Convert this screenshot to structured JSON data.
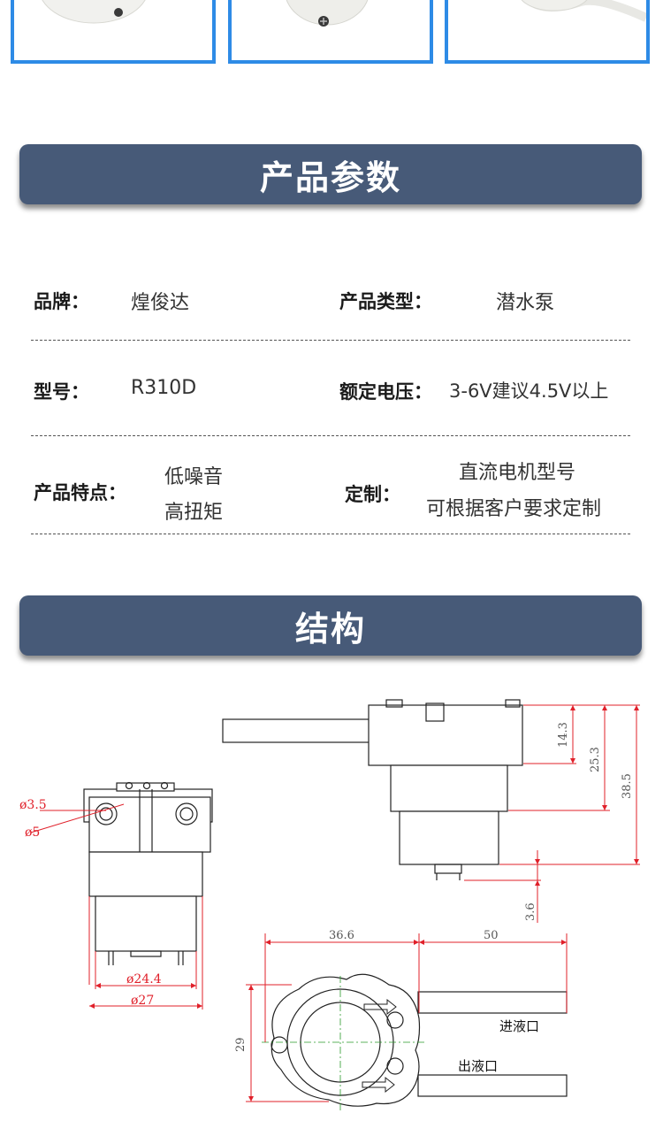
{
  "banners": {
    "params": "产品参数",
    "structure": "结构"
  },
  "params": {
    "brand_label": "品牌：",
    "brand_value": "煌俊达",
    "type_label": "产品类型：",
    "type_value": "潜水泵",
    "model_label": "型号：",
    "model_value": "R310D",
    "voltage_label": "额定电压：",
    "voltage_value": "3-6V建议4.5V以上",
    "features_label": "产品特点：",
    "features_line1": "低噪音",
    "features_line2": "高扭矩",
    "custom_label": "定制：",
    "custom_line1": "直流电机型号",
    "custom_line2": "可根据客户要求定制"
  },
  "drawing": {
    "d_hole_small": "ø3.5",
    "d_hole_large": "ø5",
    "d_body": "ø24.4",
    "d_flange": "ø27",
    "h_14_3": "14.3",
    "h_25_3": "25.3",
    "h_38_5": "38.5",
    "h_3_6": "3.6",
    "w_36_6": "36.6",
    "w_50": "50",
    "h_29": "29",
    "inlet_label": "进液口",
    "outlet_label": "出液口"
  },
  "colors": {
    "banner": "#475a78",
    "thumb_border": "#2e8be6",
    "dimension": "#e0202a"
  }
}
